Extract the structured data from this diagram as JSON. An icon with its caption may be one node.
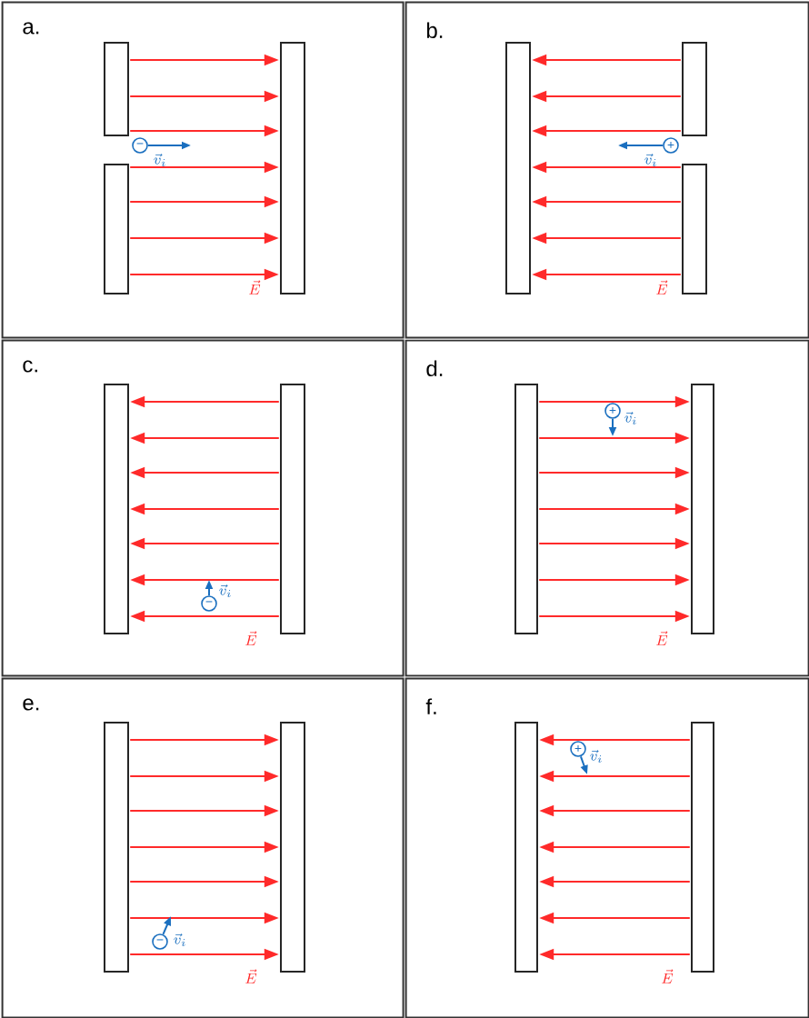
{
  "diagram": {
    "nodes": [
      {
        "text": [
          "a."
        ]
      },
      {
        "text": [],
        "shape": "bar",
        "in": 0
      },
      {
        "text": [],
        "shape": "bar",
        "in": 0
      },
      {
        "text": [],
        "shape": "bar",
        "in": 0
      },
      {
        "text": [
          "−"
        ],
        "in": 0
      },
      {
        "text": [
          "b."
        ]
      },
      {
        "text": [],
        "shape": "bar",
        "in": 5
      },
      {
        "text": [],
        "shape": "bar",
        "in": 5
      },
      {
        "text": [],
        "shape": "bar",
        "in": 5
      },
      {
        "text": [
          "+"
        ],
        "in": 5
      },
      {
        "text": [
          "c."
        ]
      },
      {
        "text": [],
        "shape": "bar",
        "in": 10
      },
      {
        "text": [],
        "shape": "bar",
        "in": 10
      },
      {
        "text": [
          "−"
        ],
        "in": 10
      },
      {
        "text": [
          "d."
        ]
      },
      {
        "text": [],
        "shape": "bar",
        "in": 14
      },
      {
        "text": [],
        "shape": "bar",
        "in": 14
      },
      {
        "text": [
          "+"
        ],
        "in": 14
      },
      {
        "text": [
          "e."
        ]
      },
      {
        "text": [],
        "shape": "bar",
        "in": 18
      },
      {
        "text": [],
        "shape": "bar",
        "in": 18
      },
      {
        "text": [
          "−"
        ],
        "in": 18
      },
      {
        "text": [
          "f."
        ]
      },
      {
        "text": [],
        "shape": "bar",
        "in": 22
      },
      {
        "text": [],
        "shape": "bar",
        "in": 22
      },
      {
        "text": [
          "+"
        ],
        "in": 22
      }
    ],
    "edges": [
      {
        "from": 1,
        "to": 3,
        "arrow": "to"
      },
      {
        "from": 1,
        "to": 3,
        "arrow": "to"
      },
      {
        "from": 1,
        "to": 3,
        "arrow": "to"
      },
      {
        "from": 2,
        "to": 3,
        "arrow": "to"
      },
      {
        "from": 2,
        "to": 3,
        "arrow": "to"
      },
      {
        "from": 2,
        "to": 3,
        "arrow": "to"
      },
      {
        "from": 2,
        "to": 3,
        "arrow": "to"
      },
      {
        "from": 7,
        "to": 6,
        "arrow": "to"
      },
      {
        "from": 7,
        "to": 6,
        "arrow": "to"
      },
      {
        "from": 7,
        "to": 6,
        "arrow": "to"
      },
      {
        "from": 8,
        "to": 6,
        "arrow": "to"
      },
      {
        "from": 8,
        "to": 6,
        "arrow": "to"
      },
      {
        "from": 8,
        "to": 6,
        "arrow": "to"
      },
      {
        "from": 8,
        "to": 6,
        "arrow": "to"
      },
      {
        "from": 12,
        "to": 11,
        "arrow": "to"
      },
      {
        "from": 12,
        "to": 11,
        "arrow": "to"
      },
      {
        "from": 12,
        "to": 11,
        "arrow": "to"
      },
      {
        "from": 12,
        "to": 11,
        "arrow": "to"
      },
      {
        "from": 12,
        "to": 11,
        "arrow": "to"
      },
      {
        "from": 12,
        "to": 11,
        "arrow": "to"
      },
      {
        "from": 12,
        "to": 11,
        "arrow": "to"
      },
      {
        "from": 15,
        "to": 16,
        "arrow": "to"
      },
      {
        "from": 15,
        "to": 16,
        "arrow": "to"
      },
      {
        "from": 15,
        "to": 16,
        "arrow": "to"
      },
      {
        "from": 15,
        "to": 16,
        "arrow": "to"
      },
      {
        "from": 15,
        "to": 16,
        "arrow": "to"
      },
      {
        "from": 15,
        "to": 16,
        "arrow": "to"
      },
      {
        "from": 15,
        "to": 16,
        "arrow": "to"
      },
      {
        "from": 19,
        "to": 20,
        "arrow": "to"
      },
      {
        "from": 19,
        "to": 20,
        "arrow": "to"
      },
      {
        "from": 19,
        "to": 20,
        "arrow": "to"
      },
      {
        "from": 19,
        "to": 20,
        "arrow": "to"
      },
      {
        "from": 19,
        "to": 20,
        "arrow": "to"
      },
      {
        "from": 19,
        "to": 20,
        "arrow": "to"
      },
      {
        "from": 19,
        "to": 20,
        "arrow": "to"
      },
      {
        "from": 24,
        "to": 23,
        "arrow": "to"
      },
      {
        "from": 24,
        "to": 23,
        "arrow": "to"
      },
      {
        "from": 24,
        "to": 23,
        "arrow": "to"
      },
      {
        "from": 24,
        "to": 23,
        "arrow": "to"
      },
      {
        "from": 24,
        "to": 23,
        "arrow": "to"
      },
      {
        "from": 24,
        "to": 23,
        "arrow": "to"
      },
      {
        "from": 24,
        "to": 23,
        "arrow": "to"
      },
      {
        "from": 4,
        "to": null,
        "arrow": "to",
        "color": "#1a6fbf",
        "label": "\\vec{v}_i"
      },
      {
        "from": 9,
        "to": null,
        "arrow": "to",
        "color": "#1a6fbf",
        "label": "\\vec{v}_i"
      },
      {
        "from": 13,
        "to": null,
        "arrow": "to",
        "color": "#1a6fbf",
        "label": "\\vec{v}_i"
      },
      {
        "from": 17,
        "to": null,
        "arrow": "to",
        "color": "#1a6fbf",
        "label": "\\vec{v}_i"
      },
      {
        "from": 21,
        "to": null,
        "arrow": "to",
        "color": "#1a6fbf",
        "label": "\\vec{v}_i"
      },
      {
        "from": 25,
        "to": null,
        "arrow": "to",
        "color": "#1a6fbf",
        "label": "\\vec{v}_i"
      }
    ],
    "labels": [
      "\\vec{E}",
      "\\vec{E}",
      "\\vec{E}",
      "\\vec{E}",
      "\\vec{E}",
      "\\vec{E}"
    ]
  }
}
